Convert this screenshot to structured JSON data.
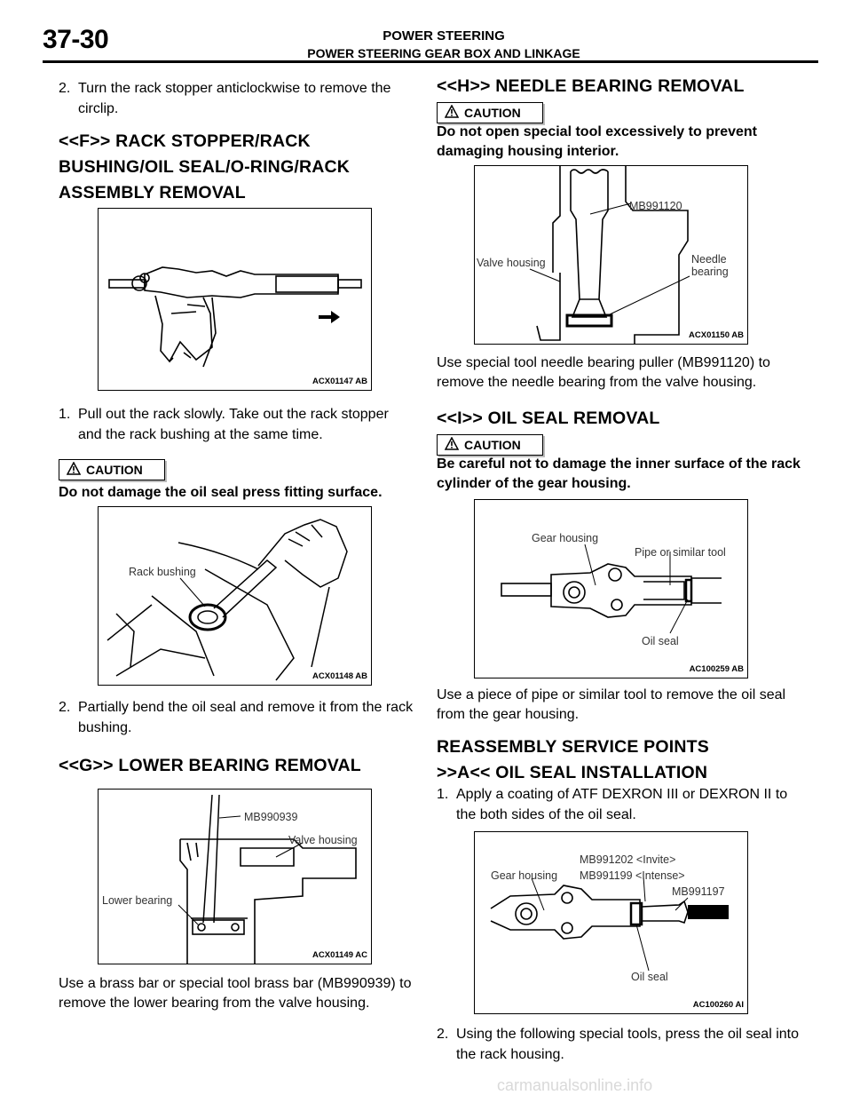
{
  "header": {
    "page_number": "37-30",
    "title": "POWER STEERING",
    "subtitle": "POWER STEERING GEAR BOX AND LINKAGE"
  },
  "left": {
    "step2_num": "2.",
    "step2_text": "Turn the rack stopper anticlockwise to remove the circlip.",
    "heading_f_l1": "<<F>> RACK STOPPER/RACK",
    "heading_f_l2": "BUSHING/OIL SEAL/O-RING/RACK",
    "heading_f_l3": "ASSEMBLY REMOVAL",
    "fig1_code": "ACX01147 AB",
    "step1_num": "1.",
    "step1_text": "Pull out the rack slowly. Take out the rack stopper and the rack bushing at the same time.",
    "caution1": "CAUTION",
    "caution1_text": "Do not damage the oil seal press fitting surface.",
    "fig2_label": "Rack bushing",
    "fig2_code": "ACX01148 AB",
    "step2b_num": "2.",
    "step2b_text": "Partially bend the oil seal and remove it from the rack bushing.",
    "heading_g": "<<G>> LOWER BEARING REMOVAL",
    "fig3_label_tool": "MB990939",
    "fig3_label_housing": "Valve housing",
    "fig3_label_bearing": "Lower bearing",
    "fig3_code": "ACX01149 AC",
    "para_g": "Use a brass bar or special tool brass bar (MB990939) to remove the lower bearing from the valve housing."
  },
  "right": {
    "heading_h": "<<H>> NEEDLE BEARING REMOVAL",
    "caution2": "CAUTION",
    "caution2_text": "Do not open special tool excessively to prevent damaging housing interior.",
    "fig4_label_tool": "MB991120",
    "fig4_label_housing": "Valve housing",
    "fig4_label_needle1": "Needle",
    "fig4_label_needle2": "bearing",
    "fig4_code": "ACX01150 AB",
    "para_h": "Use special tool needle bearing puller (MB991120) to remove the needle bearing from the valve housing.",
    "heading_i": "<<I>> OIL SEAL REMOVAL",
    "caution3": "CAUTION",
    "caution3_text": "Be careful not to damage the inner surface of the rack cylinder of the gear housing.",
    "fig5_label_housing": "Gear housing",
    "fig5_label_pipe": "Pipe or similar tool",
    "fig5_label_seal": "Oil seal",
    "fig5_code": "AC100259 AB",
    "para_i": "Use a piece of pipe or similar tool to remove the oil seal from the gear housing.",
    "heading_re1": "REASSEMBLY SERVICE POINTS",
    "heading_re2": ">>A<< OIL SEAL INSTALLATION",
    "step1r_num": "1.",
    "step1r_text": "Apply a coating of ATF DEXRON III or DEXRON II to the both sides of the oil seal.",
    "fig6_label_housing": "Gear housing",
    "fig6_label_tool1": "MB991202 <Invite>",
    "fig6_label_tool2": "MB991199 <Intense>",
    "fig6_label_tool3": "MB991197",
    "fig6_label_seal": "Oil seal",
    "fig6_code": "AC100260 AI",
    "step2r_num": "2.",
    "step2r_text": "Using the following special tools, press the oil seal into the rack housing."
  },
  "watermark": "carmanualsonline.info"
}
